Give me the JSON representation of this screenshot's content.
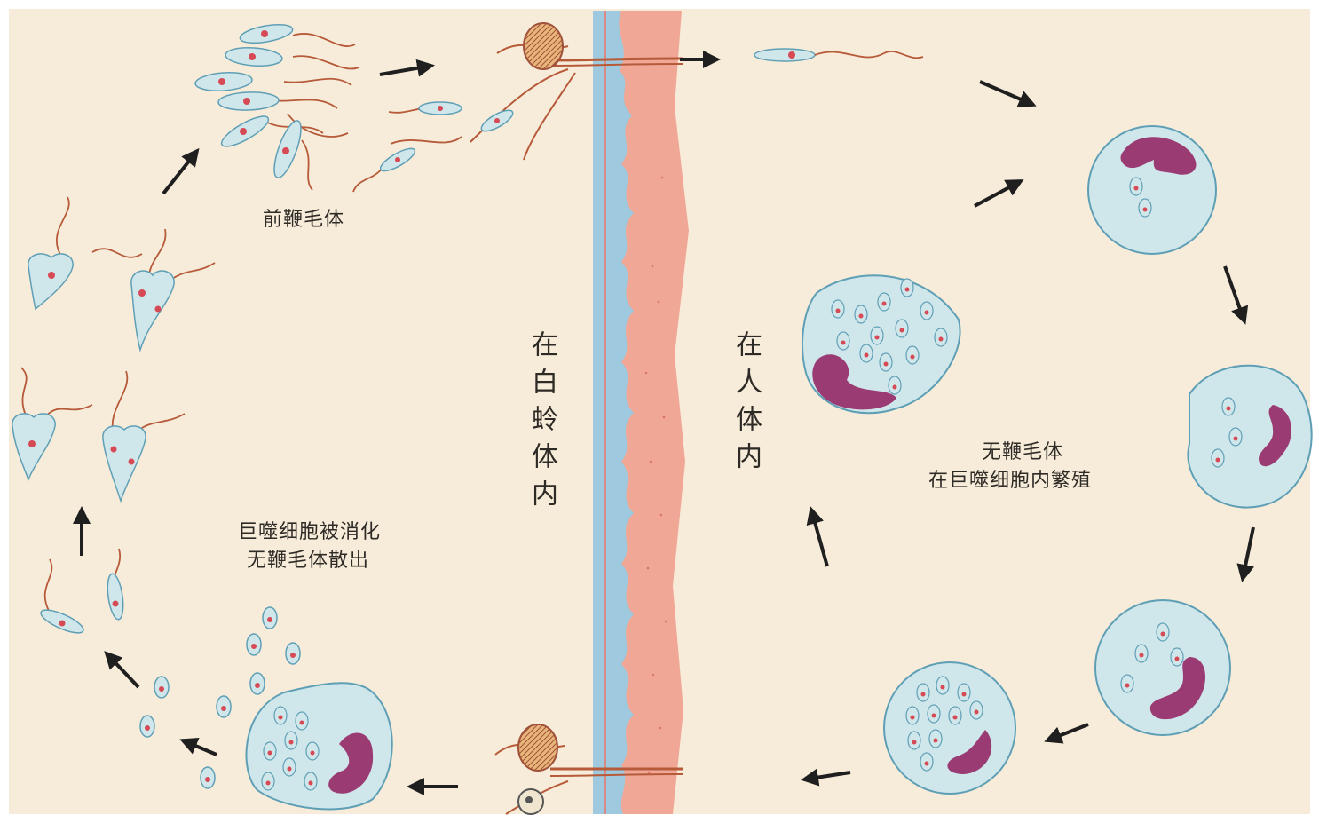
{
  "palette": {
    "background": "#f7ecd9",
    "cell_fill": "#cfe6ea",
    "cell_stroke": "#5f9fb6",
    "nucleus": "#9b3b74",
    "kinetoplast": "#d64a55",
    "flagellum": "#b65a3a",
    "skin_blue": "#9ec9de",
    "skin_pink": "#f0a796",
    "arrow": "#1f1f1f"
  },
  "labels": {
    "sandfly_side": "在白蛉体内",
    "human_side": "在人体内",
    "promastigote": "前鞭毛体",
    "macrophage_digested_line1": "巨噬细胞被消化",
    "macrophage_digested_line2": "无鞭毛体散出",
    "amastigote_line1": "无鞭毛体",
    "amastigote_line2": "在巨噬细胞内繁殖"
  },
  "icons": [
    "promastigote-cell-icon",
    "amastigote-icon",
    "macrophage-icon",
    "sandfly-proboscis-icon",
    "cycle-arrow-icon"
  ]
}
